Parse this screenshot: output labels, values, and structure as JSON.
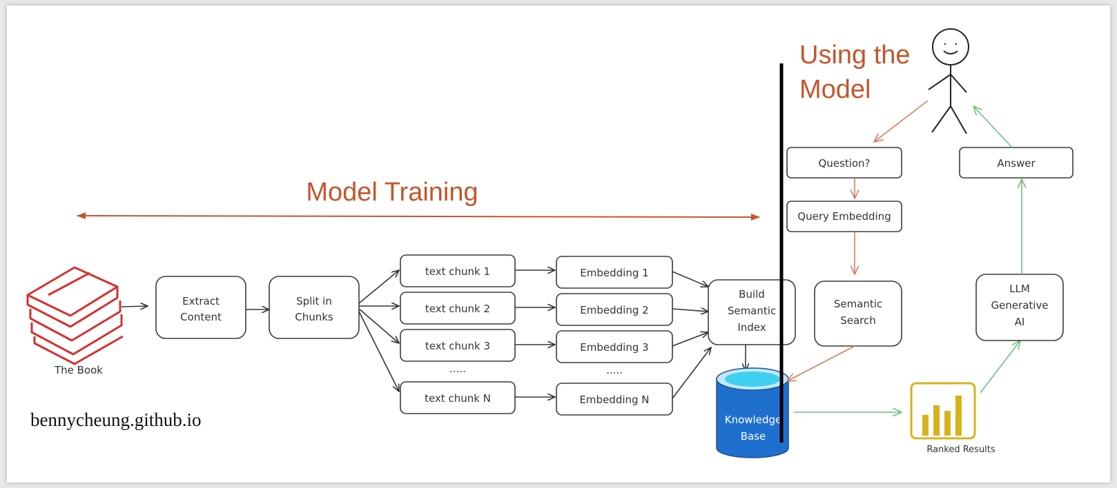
{
  "colors": {
    "accent_red": "#c4552b",
    "book_red": "#d62f2f",
    "query_arrow": "#d9785d",
    "answer_arrow": "#6cbf7d",
    "kb_blue": "#1f6fcf",
    "kb_cyan": "#3fd0f0",
    "ranked_gold": "#d8b21c"
  },
  "headings": {
    "training": "Model Training",
    "using_line1": "Using the",
    "using_line2": "Model"
  },
  "source": {
    "book_label": "The Book"
  },
  "pipeline": {
    "extract_line1": "Extract",
    "extract_line2": "Content",
    "split_line1": "Split in",
    "split_line2": "Chunks",
    "chunks": [
      "text chunk 1",
      "text chunk 2",
      "text chunk 3",
      "text chunk N"
    ],
    "embeddings": [
      "Embedding 1",
      "Embedding 2",
      "Embedding 3",
      "Embedding N"
    ],
    "ellipsis": ".....",
    "index_line1": "Build",
    "index_line2": "Semantic",
    "index_line3": "Index"
  },
  "knowledge_base": {
    "line1": "Knowledge",
    "line2": "Base",
    "icon": "database-icon"
  },
  "query_flow": {
    "question": "Question?",
    "query_embedding": "Query Embedding",
    "search_line1": "Semantic",
    "search_line2": "Search"
  },
  "answer_flow": {
    "llm_line1": "LLM",
    "llm_line2": "Generative",
    "llm_line3": "AI",
    "answer": "Answer",
    "ranked_results": "Ranked Results",
    "ranked_icon": "bar-chart-icon",
    "user_icon": "stick-figure-icon"
  },
  "watermark": "bennycheung.github.io"
}
